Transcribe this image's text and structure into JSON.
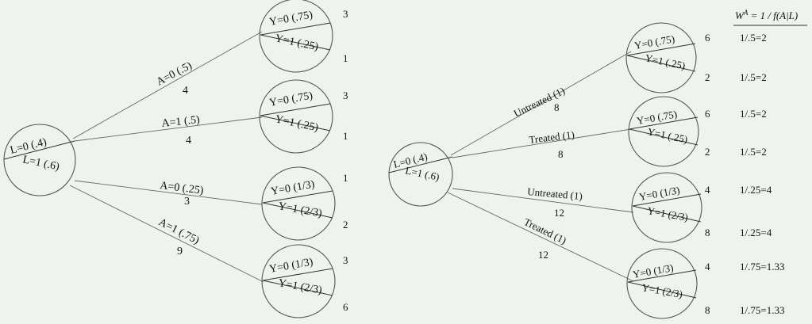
{
  "left_tree": {
    "root": {
      "top": "L=0 (.4)",
      "bottom": "L=1 (.6)"
    },
    "branches": [
      {
        "label": "A=0 (.5)",
        "count": "4",
        "leaf": {
          "top": "Y=0 (.75)",
          "bottom": "Y=1 (.25)"
        },
        "counts": [
          "3",
          "1"
        ]
      },
      {
        "label": "A=1 (.5)",
        "count": "4",
        "leaf": {
          "top": "Y=0 (.75)",
          "bottom": "Y=1 (.25)"
        },
        "counts": [
          "3",
          "1"
        ]
      },
      {
        "label": "A=0 (.25)",
        "count": "3",
        "leaf": {
          "top": "Y=0 (1/3)",
          "bottom": "Y=1 (2/3)"
        },
        "counts": [
          "1",
          "2"
        ]
      },
      {
        "label": "A=1 (.75)",
        "count": "9",
        "leaf": {
          "top": "Y=0 (1/3)",
          "bottom": "Y=1 (2/3)"
        },
        "counts": [
          "3",
          "6"
        ]
      }
    ]
  },
  "right_tree": {
    "weight_header": "W",
    "weight_header_sup": "A",
    "weight_header_rest": " = 1 / f(A|L)",
    "root": {
      "top": "L=0 (.4)",
      "bottom": "L=1 (.6)"
    },
    "branches": [
      {
        "label": "Untreated (1)",
        "count": "8",
        "leaf": {
          "top": "Y=0 (.75)",
          "bottom": "Y=1 (.25)"
        },
        "counts": [
          "6",
          "2"
        ],
        "weights": [
          "1/.5=2",
          "1/.5=2"
        ]
      },
      {
        "label": "Treated (1)",
        "count": "8",
        "leaf": {
          "top": "Y=0 (.75)",
          "bottom": "Y=1 (.25)"
        },
        "counts": [
          "6",
          "2"
        ],
        "weights": [
          "1/.5=2",
          "1/.5=2"
        ]
      },
      {
        "label": "Untreated (1)",
        "count": "12",
        "leaf": {
          "top": "Y=0 (1/3)",
          "bottom": "Y=1 (2/3)"
        },
        "counts": [
          "4",
          "8"
        ],
        "weights": [
          "1/.25=4",
          "1/.25=4"
        ]
      },
      {
        "label": "Treated (1)",
        "count": "12",
        "leaf": {
          "top": "Y=0 (1/3)",
          "bottom": "Y=1 (2/3)"
        },
        "counts": [
          "4",
          "8"
        ],
        "weights": [
          "1/.75=1.33",
          "1/.75=1.33"
        ]
      }
    ]
  }
}
